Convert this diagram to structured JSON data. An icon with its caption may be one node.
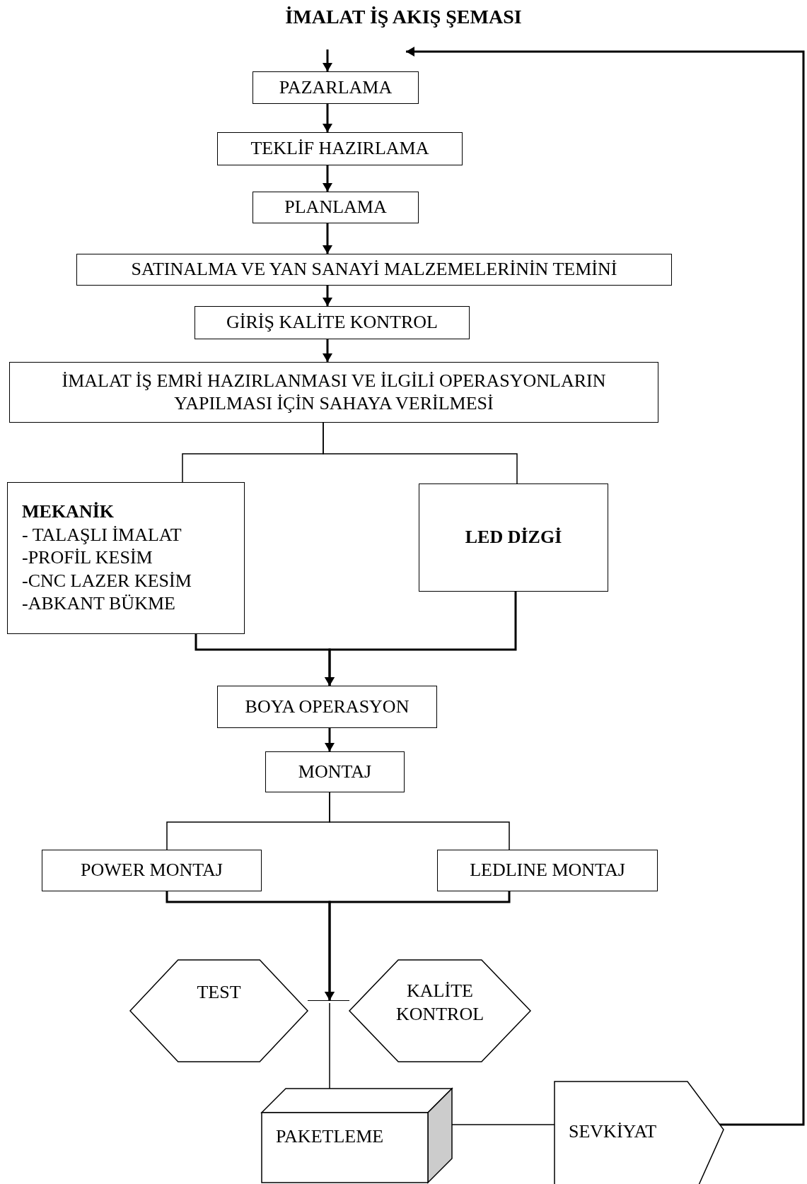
{
  "diagram": {
    "title": "İMALAT İŞ AKIŞ ŞEMASI",
    "nodes": [
      {
        "text": [
          "PAZARLAMA"
        ]
      },
      {
        "text": [
          "TEKLİF HAZIRLAMA"
        ]
      },
      {
        "text": [
          "PLANLAMA"
        ]
      },
      {
        "text": [
          "SATINALMA VE YAN SANAYİ MALZEMELERİNİN TEMİNİ"
        ]
      },
      {
        "text": [
          "GİRİŞ KALİTE KONTROL"
        ]
      },
      {
        "text": [
          "İMALAT İŞ EMRİ HAZIRLANMASI VE İLGİLİ OPERASYONLARIN YAPILMASI İÇİN SAHAYA VERİLMESİ"
        ]
      },
      {
        "text": [
          "MEKANİK",
          "- TALAŞLI İMALAT",
          "-PROFİL KESİM",
          "-CNC LAZER KESİM",
          "-ABKANT BÜKME"
        ]
      },
      {
        "text": [
          "LED DİZGİ"
        ]
      },
      {
        "text": [
          "BOYA OPERASYON"
        ]
      },
      {
        "text": [
          "MONTAJ"
        ]
      },
      {
        "text": [
          "POWER MONTAJ"
        ]
      },
      {
        "text": [
          "LEDLINE MONTAJ"
        ]
      },
      {
        "text": [
          "TEST"
        ]
      },
      {
        "text": [],
        "shape": "bar"
      },
      {
        "text": [
          "KALİTE KONTROL"
        ]
      },
      {
        "text": [
          "PAKETLEME"
        ]
      },
      {
        "text": [
          "SEVKİYAT"
        ]
      }
    ],
    "edges": [
      {
        "from": null,
        "to": 0,
        "arrow": "to"
      },
      {
        "from": 0,
        "to": 1,
        "arrow": "to"
      },
      {
        "from": 1,
        "to": 2,
        "arrow": "to"
      },
      {
        "from": 2,
        "to": 3,
        "arrow": "to"
      },
      {
        "from": 3,
        "to": 4,
        "arrow": "to"
      },
      {
        "from": 4,
        "to": 5,
        "arrow": "to"
      },
      {
        "from": 5,
        "to": 6,
        "arrow": "none"
      },
      {
        "from": 5,
        "to": 7,
        "arrow": "none"
      },
      {
        "from": 6,
        "to": 8,
        "arrow": "to"
      },
      {
        "from": 7,
        "to": 8,
        "arrow": "to"
      },
      {
        "from": 8,
        "to": 9,
        "arrow": "to"
      },
      {
        "from": 9,
        "to": 10,
        "arrow": "none"
      },
      {
        "from": 9,
        "to": 11,
        "arrow": "none"
      },
      {
        "from": 10,
        "to": 13,
        "arrow": "to"
      },
      {
        "from": 11,
        "to": 13,
        "arrow": "to"
      },
      {
        "from": 13,
        "to": 15,
        "arrow": "none"
      },
      {
        "from": 15,
        "to": 16,
        "arrow": "none"
      },
      {
        "from": 16,
        "to": 0,
        "arrow": "to"
      }
    ]
  }
}
